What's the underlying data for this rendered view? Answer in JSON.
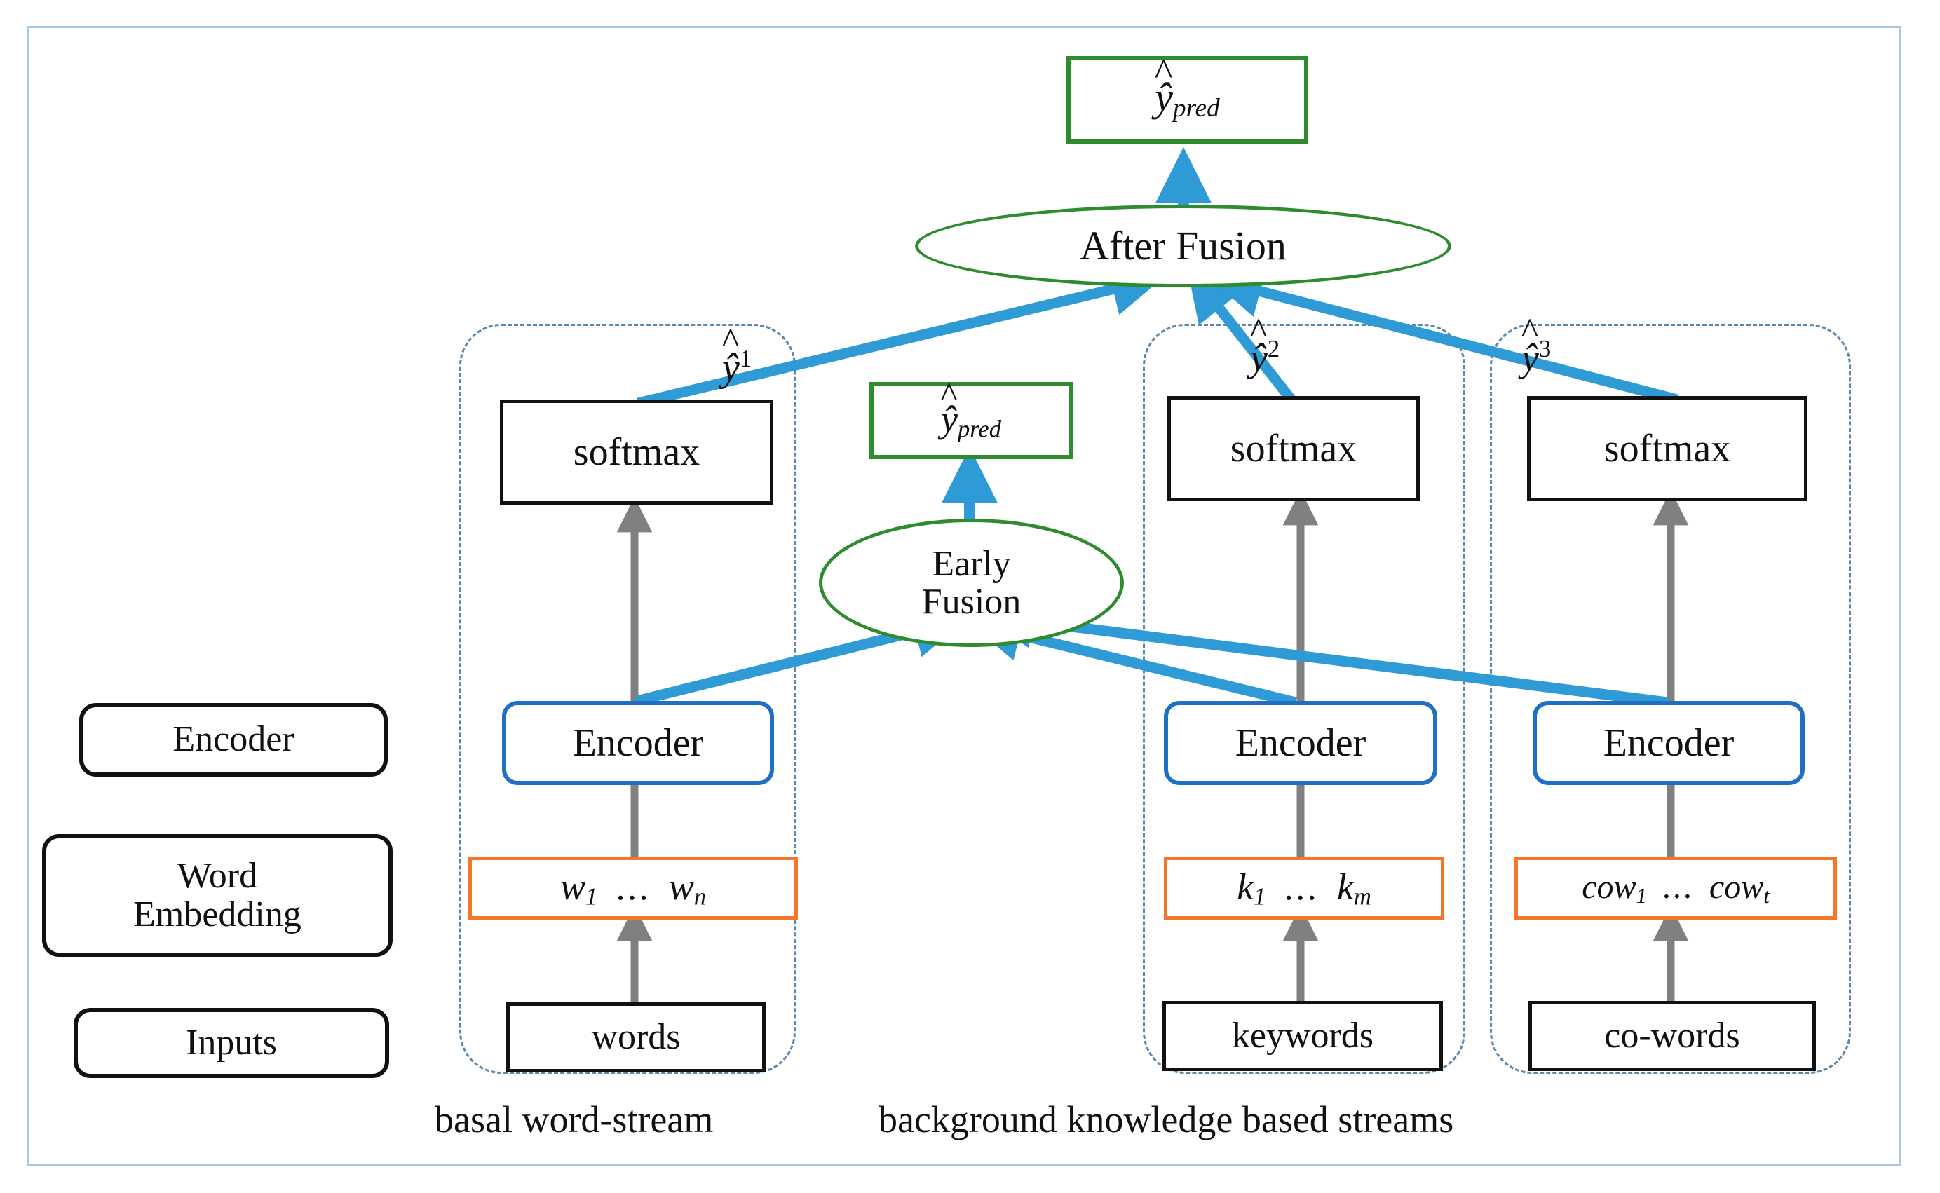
{
  "figure": {
    "frame_color": "#a8c7de",
    "colors": {
      "encoder_blue": "#1f6fc4",
      "embedding_orange": "#f4762b",
      "fusion_green": "#2e8b2e",
      "arrow_blue": "#2e9bd6",
      "arrow_gray": "#808080",
      "stream_border": "#5b87ad",
      "text": "#111111"
    }
  },
  "legend": {
    "items": [
      {
        "label": "Encoder"
      },
      {
        "label": "Word\nEmbedding",
        "line1": "Word",
        "line2": "Embedding"
      },
      {
        "label": "Inputs"
      }
    ]
  },
  "top": {
    "pred_box_label": "ŷ",
    "pred_box_sub": "pred",
    "after_fusion_label": "After Fusion"
  },
  "early": {
    "pred_box_label": "ŷ",
    "pred_box_sub": "pred",
    "fusion_line1": "Early",
    "fusion_line2": "Fusion"
  },
  "streams": [
    {
      "id": "word-stream",
      "softmax_label": "softmax",
      "encoder_label": "Encoder",
      "embedding_first": "w",
      "embedding_first_sub": "1",
      "embedding_dots": "...",
      "embedding_last": "w",
      "embedding_last_sub": "n",
      "input_label": "words",
      "logit_label": "ŷ",
      "logit_sup": "1"
    },
    {
      "id": "keyword-stream",
      "softmax_label": "softmax",
      "encoder_label": "Encoder",
      "embedding_first": "k",
      "embedding_first_sub": "1",
      "embedding_dots": "...",
      "embedding_last": "k",
      "embedding_last_sub": "m",
      "input_label": "keywords",
      "logit_label": "ŷ",
      "logit_sup": "2"
    },
    {
      "id": "coword-stream",
      "softmax_label": "softmax",
      "encoder_label": "Encoder",
      "embedding_first": "cow",
      "embedding_first_sub": "1",
      "embedding_dots": "...",
      "embedding_last": "cow",
      "embedding_last_sub": "t",
      "input_label": "co-words",
      "logit_label": "ŷ",
      "logit_sup": "3"
    }
  ],
  "captions": {
    "left": "basal word-stream",
    "right": "background knowledge based streams"
  }
}
